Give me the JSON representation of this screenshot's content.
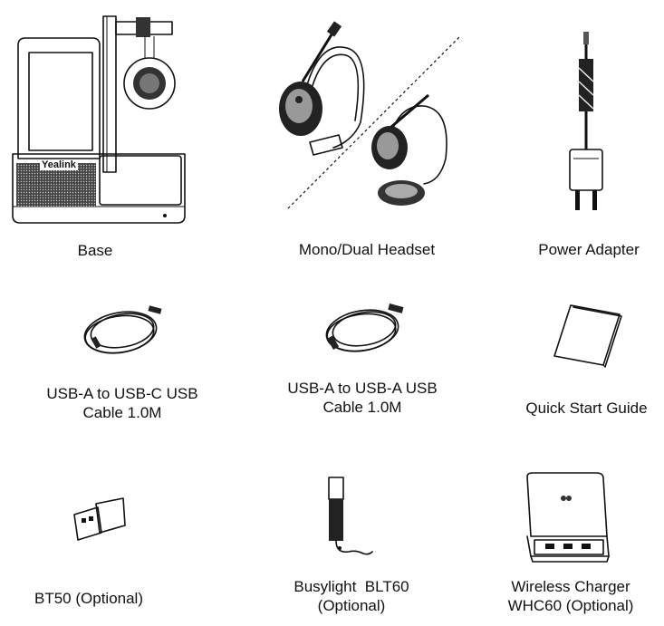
{
  "items": [
    {
      "label": "Base",
      "icon": "base-station-icon"
    },
    {
      "label": "Mono/Dual Headset",
      "icon": "headset-icon"
    },
    {
      "label": "Power Adapter",
      "icon": "power-adapter-icon"
    },
    {
      "label": "USB-A to USB-C USB\nCable 1.0M",
      "icon": "usb-c-cable-icon"
    },
    {
      "label": "USB-A to USB-A USB\nCable 1.0M",
      "icon": "usb-a-cable-icon"
    },
    {
      "label": "Quick Start Guide",
      "icon": "guide-booklet-icon"
    },
    {
      "label": "BT50 (Optional)",
      "icon": "usb-dongle-icon"
    },
    {
      "label": "Busylight  BLT60\n(Optional)",
      "icon": "busylight-icon"
    },
    {
      "label": "Wireless Charger\nWHC60 (Optional)",
      "icon": "wireless-charger-icon"
    }
  ],
  "base_brand": "Yealink"
}
